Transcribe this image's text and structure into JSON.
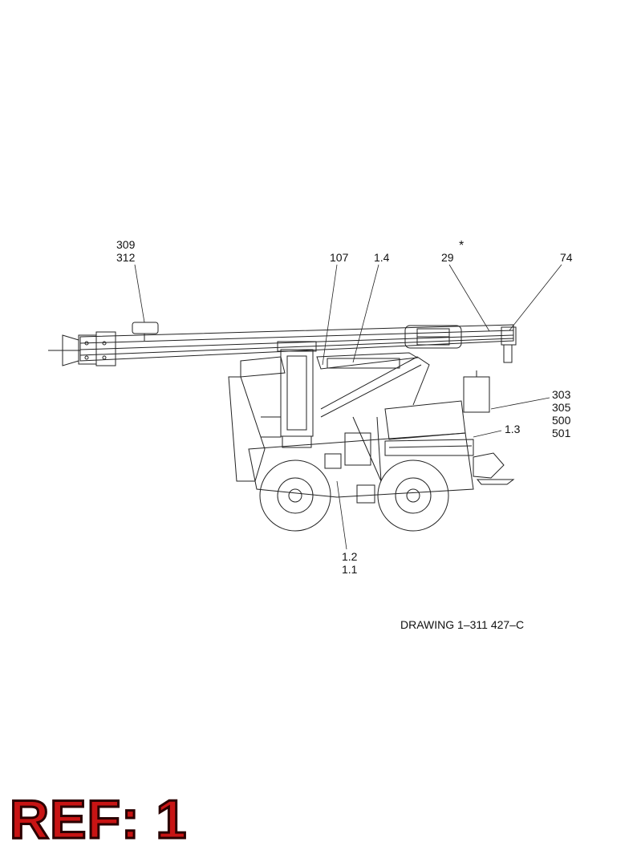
{
  "callouts": {
    "c309_312": [
      "309",
      "312"
    ],
    "c107": "107",
    "c1_4": "1.4",
    "c29": "29",
    "star": "*",
    "c74": "74",
    "c303_group": [
      "303",
      "305",
      "500",
      "501"
    ],
    "c1_3": "1.3",
    "c1_2_1_1": [
      "1.2",
      "1.1"
    ]
  },
  "drawing_number": "DRAWING 1–311 427–C",
  "reference": "REF: 1",
  "colors": {
    "ref_fill": "#c81414",
    "ref_outline": "#2a0000",
    "line": "#222222"
  }
}
